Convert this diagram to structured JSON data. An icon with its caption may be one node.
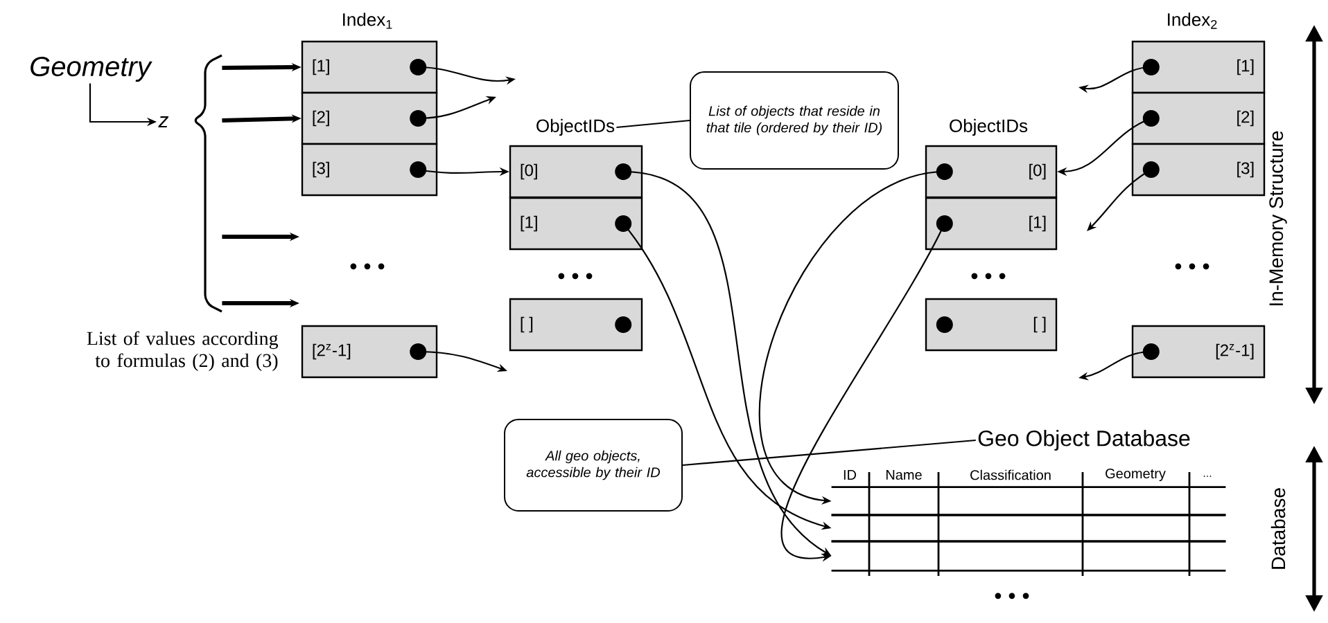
{
  "diagram": {
    "nodes": [
      {
        "text": [
          "Geometry"
        ]
      },
      {
        "text": [
          "z"
        ]
      },
      {
        "text": [
          "[1]"
        ]
      },
      {
        "text": [
          "[2]"
        ]
      },
      {
        "text": [
          "[3]"
        ]
      },
      {
        "text": [
          "[2$^{z}$-1]"
        ]
      },
      {
        "text": [
          "ObjectIDs"
        ]
      },
      {
        "text": [
          "[0]"
        ]
      },
      {
        "text": [
          "[1]"
        ]
      },
      {
        "text": [
          "[ ]"
        ]
      },
      {
        "text": [
          "List of objects that reside in that tile (ordered by their ID)"
        ]
      },
      {
        "text": [
          "[0]"
        ]
      },
      {
        "text": [
          "[1]"
        ]
      },
      {
        "text": [
          "[ ]"
        ]
      },
      {
        "text": [
          "[1]"
        ]
      },
      {
        "text": [
          "[2]"
        ]
      },
      {
        "text": [
          "[3]"
        ]
      },
      {
        "text": [
          "[2$^{z}$-1]"
        ]
      },
      {
        "text": [
          "All geo objects, accessible by their ID"
        ]
      },
      {
        "text": [
          "Geo Object Database"
        ]
      },
      {
        "text": [],
        "shape": "box"
      },
      {
        "text": [],
        "shape": "box"
      },
      {
        "text": [],
        "shape": "box"
      },
      {
        "text": [],
        "shape": "brace"
      }
    ],
    "edges": [
      {
        "from": 0,
        "to": 1,
        "arrow": "to"
      },
      {
        "from": 23,
        "to": 2,
        "arrow": "to",
        "style": "thick"
      },
      {
        "from": 23,
        "to": 3,
        "arrow": "to",
        "style": "thick"
      },
      {
        "from": 2,
        "to": null,
        "arrow": "to"
      },
      {
        "from": 3,
        "to": null,
        "arrow": "to"
      },
      {
        "from": 4,
        "to": 7,
        "arrow": "to"
      },
      {
        "from": 5,
        "to": null,
        "arrow": "to"
      },
      {
        "from": 10,
        "to": 6,
        "arrow": "none"
      },
      {
        "from": 14,
        "to": null,
        "arrow": "to"
      },
      {
        "from": 15,
        "to": 11,
        "arrow": "to"
      },
      {
        "from": 16,
        "to": null,
        "arrow": "to"
      },
      {
        "from": 17,
        "to": null,
        "arrow": "to"
      },
      {
        "from": 7,
        "to": 22,
        "arrow": "to"
      },
      {
        "from": 8,
        "to": 21,
        "arrow": "to"
      },
      {
        "from": 11,
        "to": 20,
        "arrow": "to"
      },
      {
        "from": 12,
        "to": 22,
        "arrow": "to"
      },
      {
        "from": 18,
        "to": 19,
        "arrow": "none"
      },
      {
        "from": 23,
        "to": null,
        "arrow": "to",
        "style": "thick"
      },
      {
        "from": 23,
        "to": null,
        "arrow": "to",
        "style": "thick"
      }
    ],
    "labels": [
      "Index$_{1}$",
      "Index$_{2}$",
      "ObjectIDs",
      "• • •",
      "• • •",
      "• • •",
      "• • •",
      "List of values according to formulas (2) and (3)",
      "In-Memory Structure",
      "ID",
      "Name",
      "Classification",
      "Geometry",
      "...",
      "Database",
      "• • •"
    ]
  }
}
